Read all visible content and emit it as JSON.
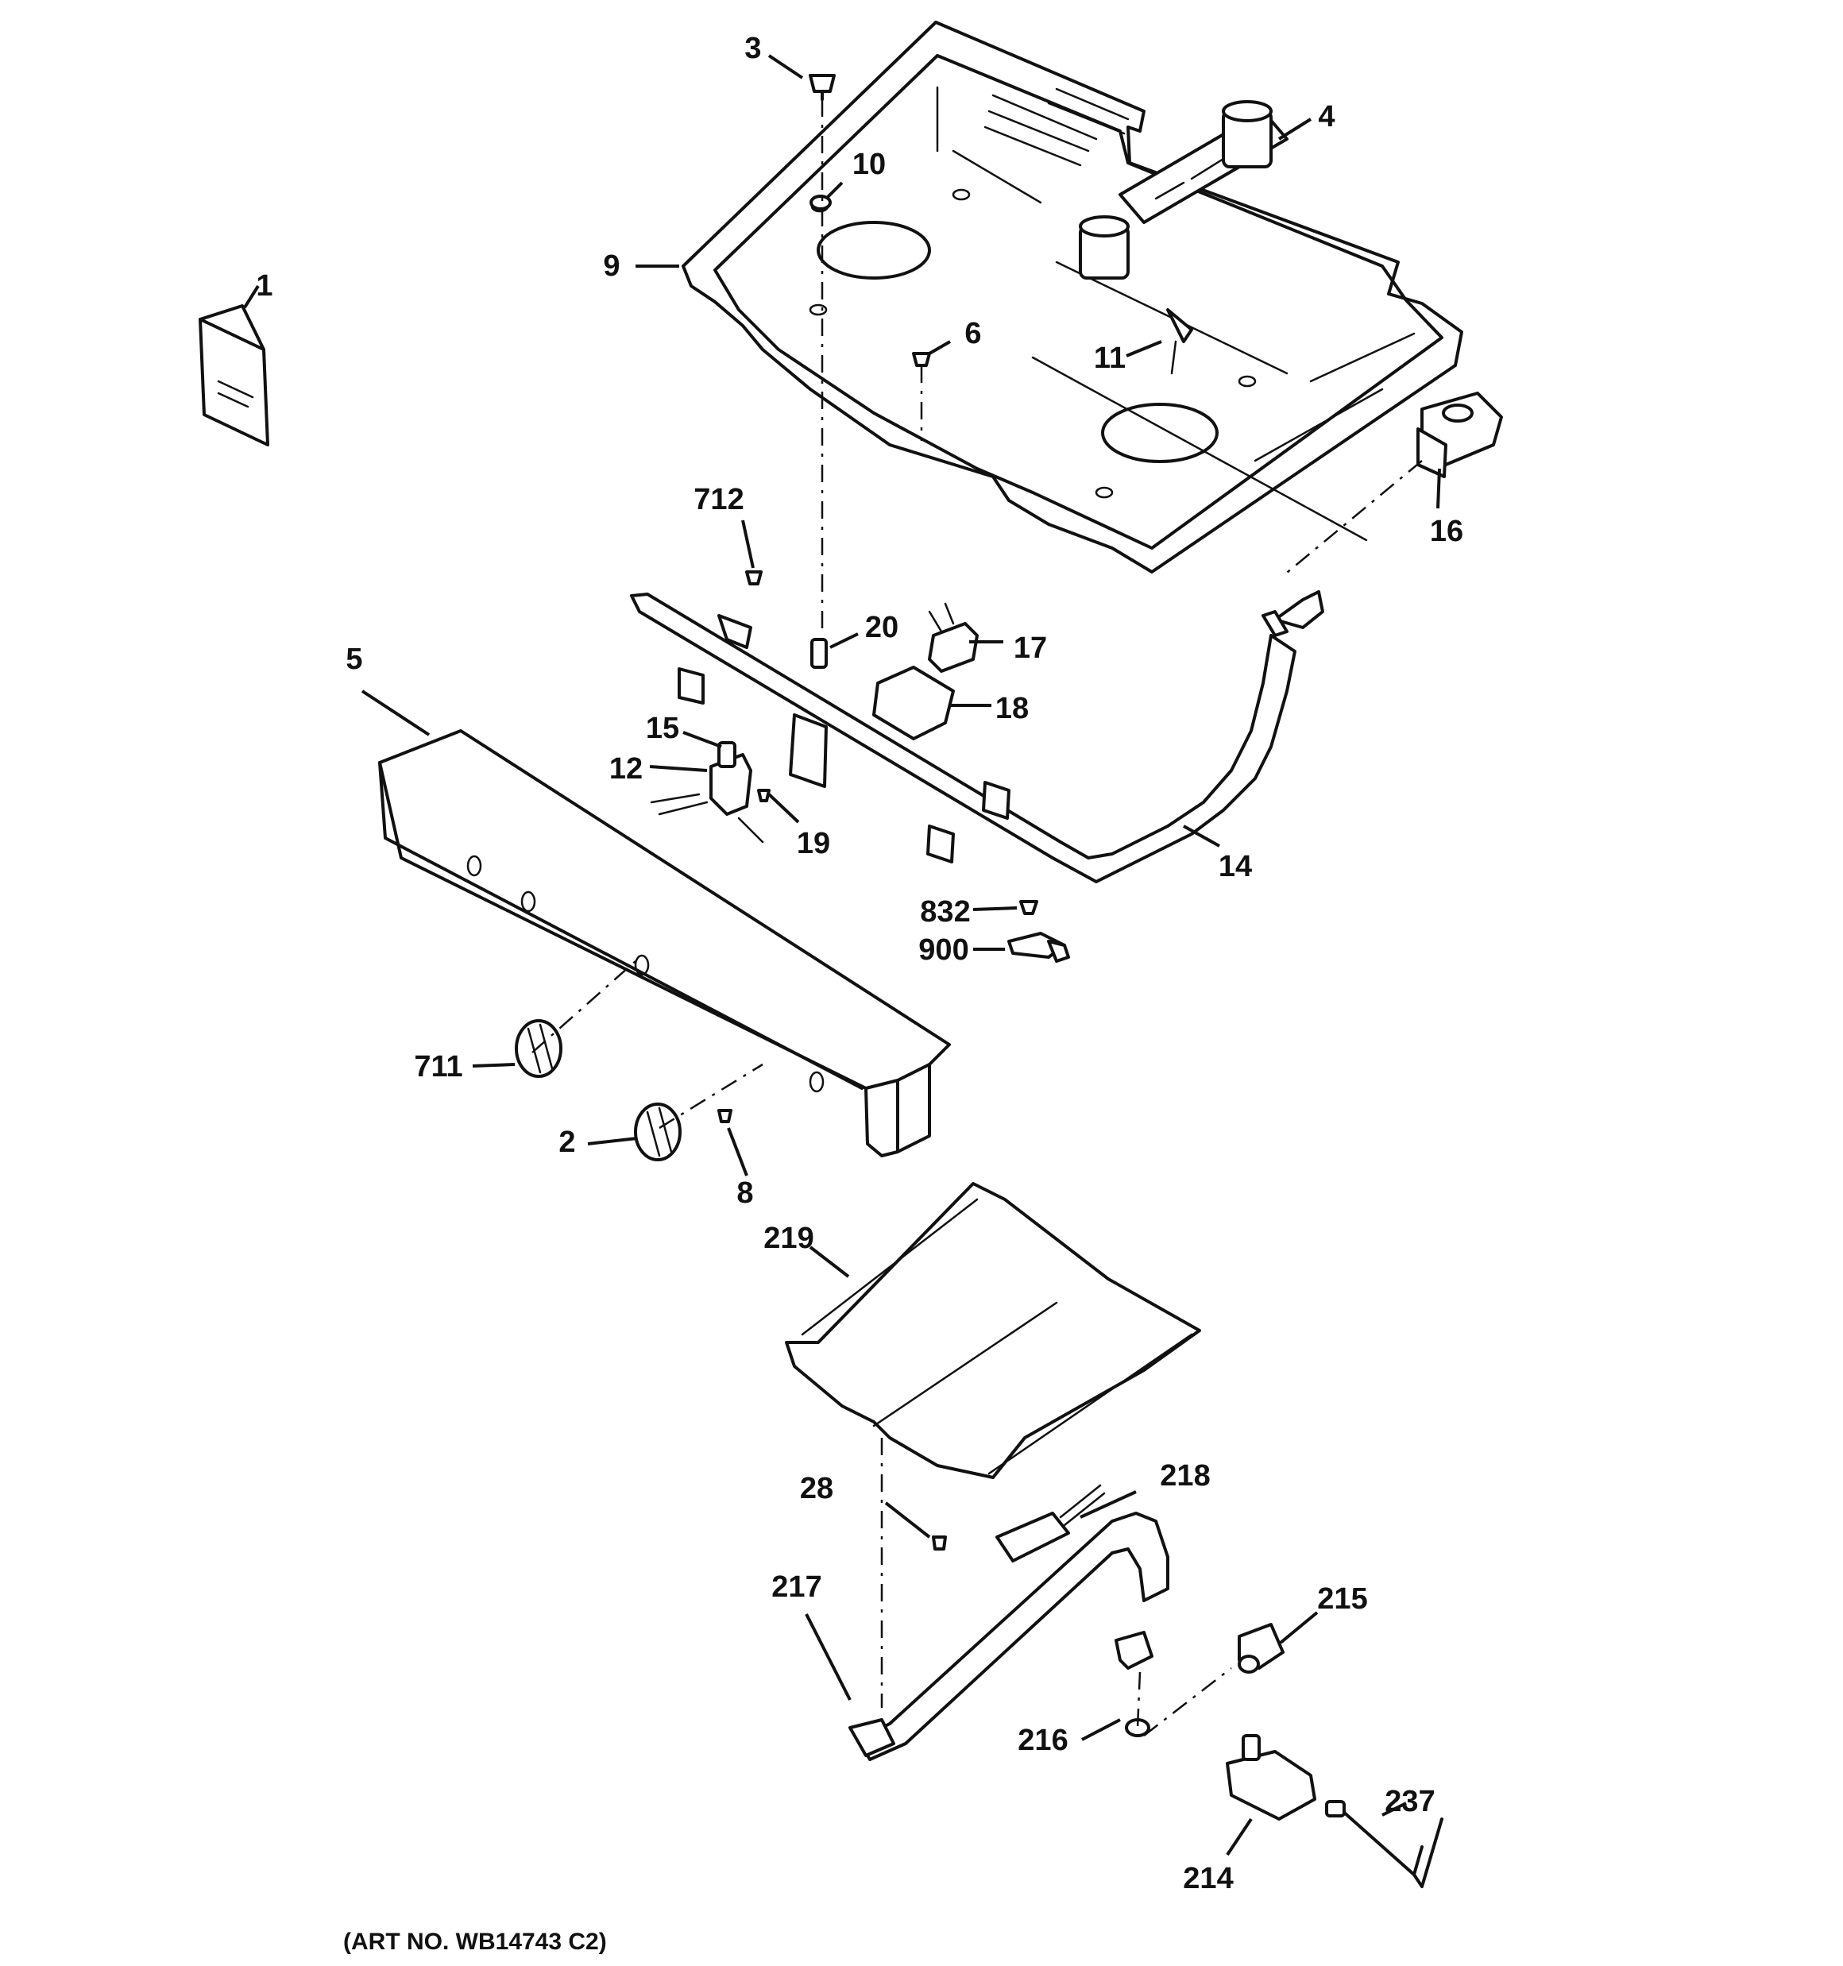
{
  "diagram": {
    "caption": "(ART NO. WB14743 C2)",
    "callouts": [
      "1",
      "2",
      "3",
      "4",
      "5",
      "6",
      "8",
      "9",
      "10",
      "11",
      "12",
      "14",
      "15",
      "16",
      "17",
      "18",
      "19",
      "20",
      "28",
      "214",
      "215",
      "216",
      "217",
      "218",
      "219",
      "237",
      "711",
      "712",
      "832",
      "900"
    ]
  }
}
